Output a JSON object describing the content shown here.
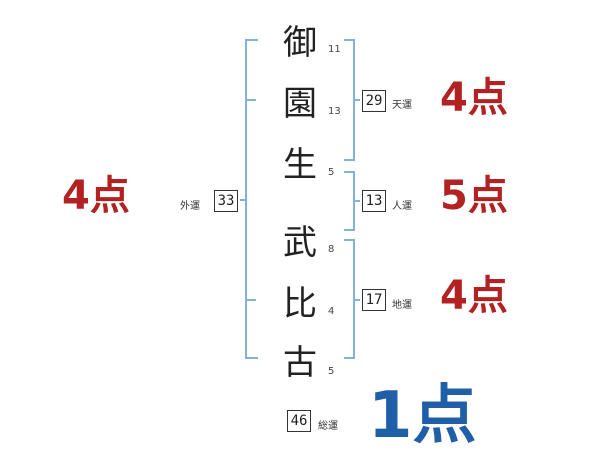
{
  "name_chars": [
    {
      "char": "御",
      "strokes": "11"
    },
    {
      "char": "園",
      "strokes": "13"
    },
    {
      "char": "生",
      "strokes": "5"
    },
    {
      "char": "武",
      "strokes": "8"
    },
    {
      "char": "比",
      "strokes": "4"
    },
    {
      "char": "古",
      "strokes": "5"
    }
  ],
  "luck": {
    "heaven": {
      "value": "29",
      "label": "天運",
      "score": "4点"
    },
    "person": {
      "value": "13",
      "label": "人運",
      "score": "5点"
    },
    "earth": {
      "value": "17",
      "label": "地運",
      "score": "4点"
    },
    "outer": {
      "value": "33",
      "label": "外運",
      "score": "4点"
    },
    "total": {
      "value": "46",
      "label": "総運",
      "score": "1点"
    }
  },
  "colors": {
    "bracket": "#7fb3d8",
    "score_red": "#b22222",
    "score_blue": "#1f5fa8"
  }
}
